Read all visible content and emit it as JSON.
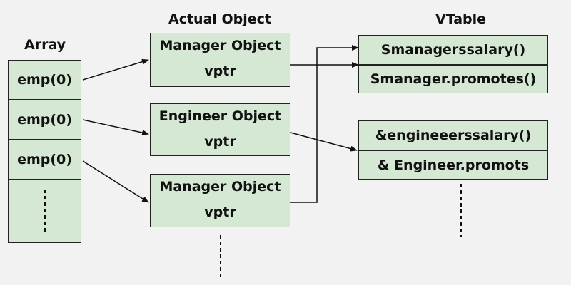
{
  "headings": {
    "array": "Array",
    "actual_object": "Actual Object",
    "vtable": "VTable"
  },
  "array": {
    "cells": [
      "emp(0)",
      "emp(0)",
      "emp(0)"
    ]
  },
  "objects": [
    {
      "title": "Manager Object",
      "field": "vptr"
    },
    {
      "title": "Engineer Object",
      "field": "vptr"
    },
    {
      "title": "Manager Object",
      "field": "vptr"
    }
  ],
  "vtables": {
    "manager": [
      "Smanagerssalary()",
      "Smanager.promotes()"
    ],
    "engineer": [
      "&engineeerssalary()",
      "& Engineer.promots"
    ]
  },
  "colors": {
    "box_fill": "#d5e8d4",
    "stroke": "#111111",
    "background": "#f2f2f2"
  }
}
